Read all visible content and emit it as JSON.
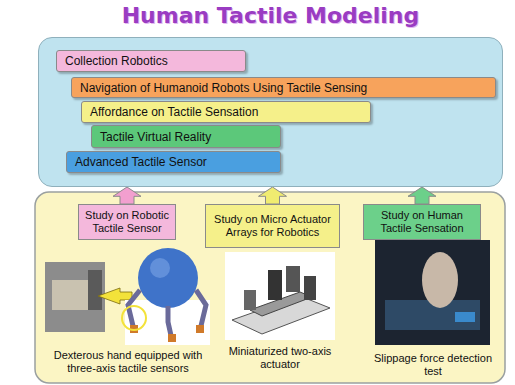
{
  "diagram": {
    "nodes": [
      {
        "text": [
          "Human Tactile Modeling"
        ]
      },
      {
        "text": [
          "Collection Robotics"
        ],
        "in": 0
      },
      {
        "text": [
          "Navigation of Humanoid Robots Using Tactile Sensing"
        ],
        "in": 0
      },
      {
        "text": [
          "Affordance on Tactile Sensation"
        ],
        "in": 0
      },
      {
        "text": [
          "Tactile Virtual Reality"
        ],
        "in": 0
      },
      {
        "text": [
          "Advanced Tactile Sensor"
        ],
        "in": 0
      },
      {
        "text": [
          "Study on Robotic Tactile Sensor"
        ]
      },
      {
        "text": [
          "Study on Micro Actuator Arrays for Robotics"
        ]
      },
      {
        "text": [
          "Study on Human Tactile Sensation"
        ]
      }
    ],
    "edges": [
      {
        "from": 6,
        "to": 0,
        "arrow": "to"
      },
      {
        "from": 7,
        "to": 0,
        "arrow": "to"
      },
      {
        "from": 8,
        "to": 0,
        "arrow": "to"
      }
    ],
    "labels": [
      "Dexterous hand equipped with three-axis tactile sensors",
      "Miniaturized two-axis actuator",
      "Slippage force detection test"
    ]
  }
}
